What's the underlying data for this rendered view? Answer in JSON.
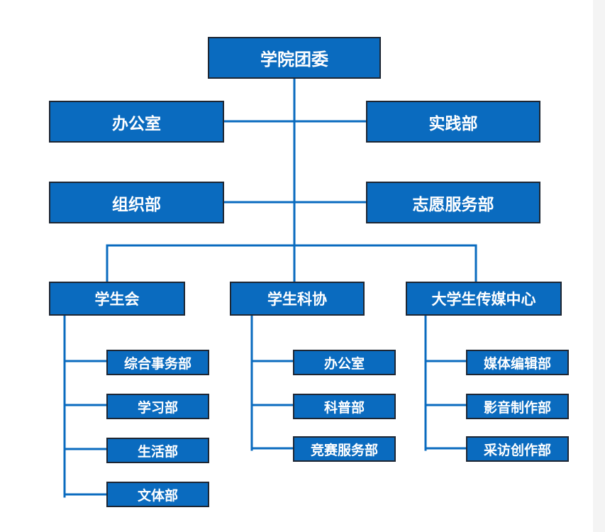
{
  "root": {
    "label": "学院团委"
  },
  "left_units": [
    {
      "label": "办公室"
    },
    {
      "label": "组织部"
    }
  ],
  "right_units": [
    {
      "label": "实践部"
    },
    {
      "label": "志愿服务部"
    }
  ],
  "branches": [
    {
      "label": "学生会",
      "children": [
        {
          "label": "综合事务部"
        },
        {
          "label": "学习部"
        },
        {
          "label": "生活部"
        },
        {
          "label": "文体部"
        }
      ]
    },
    {
      "label": "学生科协",
      "children": [
        {
          "label": "办公室"
        },
        {
          "label": "科普部"
        },
        {
          "label": "竞赛服务部"
        }
      ]
    },
    {
      "label": "大学生传媒中心",
      "children": [
        {
          "label": "媒体编辑部"
        },
        {
          "label": "影音制作部"
        },
        {
          "label": "采访创作部"
        }
      ]
    }
  ],
  "colors": {
    "box_fill": "#0a6bbf",
    "box_border": "#1d2633",
    "line": "#0a6bbf",
    "text": "#ffffff"
  }
}
